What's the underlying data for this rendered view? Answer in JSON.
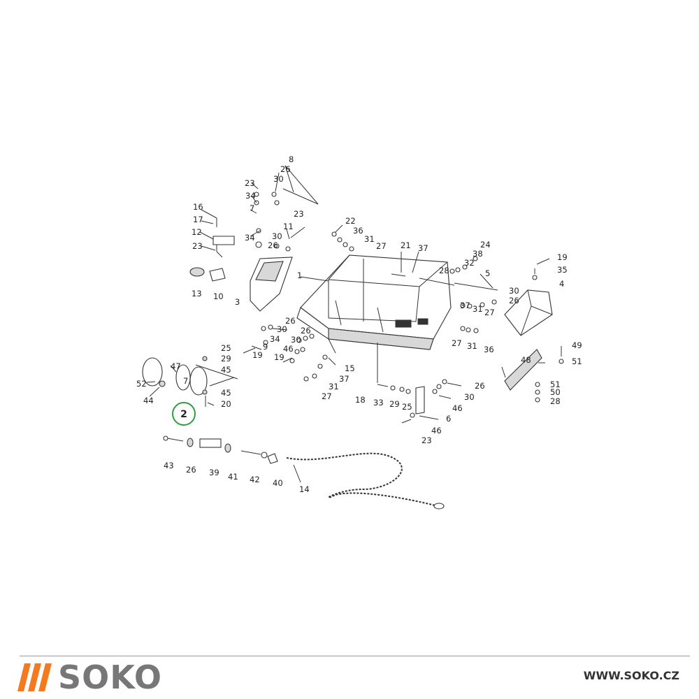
{
  "diagram": {
    "highlight_label": "2",
    "highlight_color": "#2e9e3e",
    "part_labels": [
      "1",
      "2",
      "3",
      "4",
      "5",
      "6",
      "7",
      "8",
      "9",
      "10",
      "11",
      "12",
      "13",
      "14",
      "15",
      "16",
      "17",
      "18",
      "19",
      "20",
      "21",
      "22",
      "23",
      "24",
      "25",
      "26",
      "27",
      "28",
      "29",
      "30",
      "31",
      "32",
      "33",
      "34",
      "35",
      "36",
      "37",
      "38",
      "39",
      "40",
      "41",
      "42",
      "43",
      "44",
      "45",
      "46",
      "47",
      "48",
      "49",
      "50",
      "51",
      "52"
    ]
  },
  "footer": {
    "brand": "SOKO",
    "website": "WWW.SOKO.CZ",
    "brand_accent_color": "#f47a1f",
    "brand_text_color": "#777777"
  }
}
